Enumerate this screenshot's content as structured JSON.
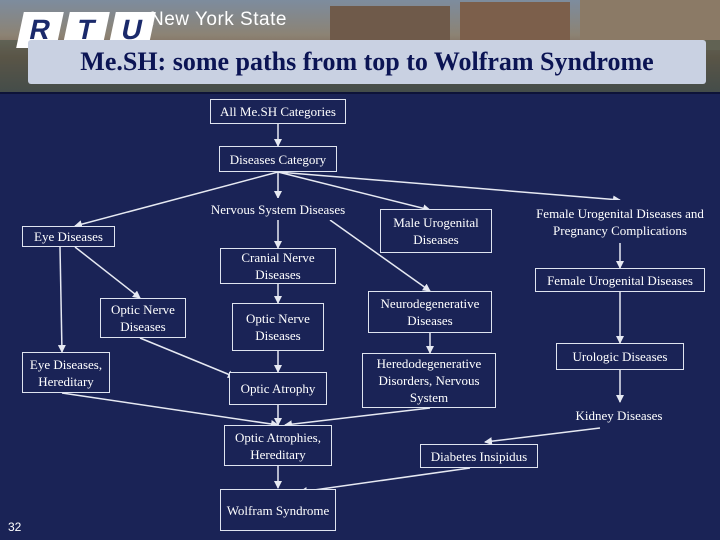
{
  "header": {
    "logo_letters": [
      "R",
      "T",
      "U"
    ],
    "state_text": "New York State",
    "title": "Me.SH: some paths from top to Wolfram Syndrome"
  },
  "nodes": {
    "all_mesh": "All Me.SH Categories",
    "diseases_category": "Diseases Category",
    "nervous_system": "Nervous System Diseases",
    "eye_diseases": "Eye Diseases",
    "male_urogenital": "Male Urogenital Diseases",
    "female_urogenital_preg": "Female Urogenital Diseases and Pregnancy Complications",
    "cranial_nerve": "Cranial Nerve Diseases",
    "female_urogenital": "Female Urogenital Diseases",
    "optic_nerve_left": "Optic Nerve Diseases",
    "optic_nerve_center": "Optic Nerve Diseases",
    "neurodegenerative": "Neurodegenerative Diseases",
    "urologic": "Urologic Diseases",
    "eye_hereditary": "Eye Diseases, Hereditary",
    "optic_atrophy": "Optic Atrophy",
    "heredodegenerative": "Heredodegenerative Disorders, Nervous System",
    "kidney": "Kidney Diseases",
    "optic_atrophies_hereditary": "Optic Atrophies, Hereditary",
    "diabetes_insipidus": "Diabetes Insipidus",
    "wolfram": "Wolfram Syndrome"
  },
  "slide_number": "32",
  "colors": {
    "background": "#1a2356",
    "title_bar": "#c9d1e2",
    "title_text": "#0b1454",
    "lines": "#e6e9f2"
  }
}
